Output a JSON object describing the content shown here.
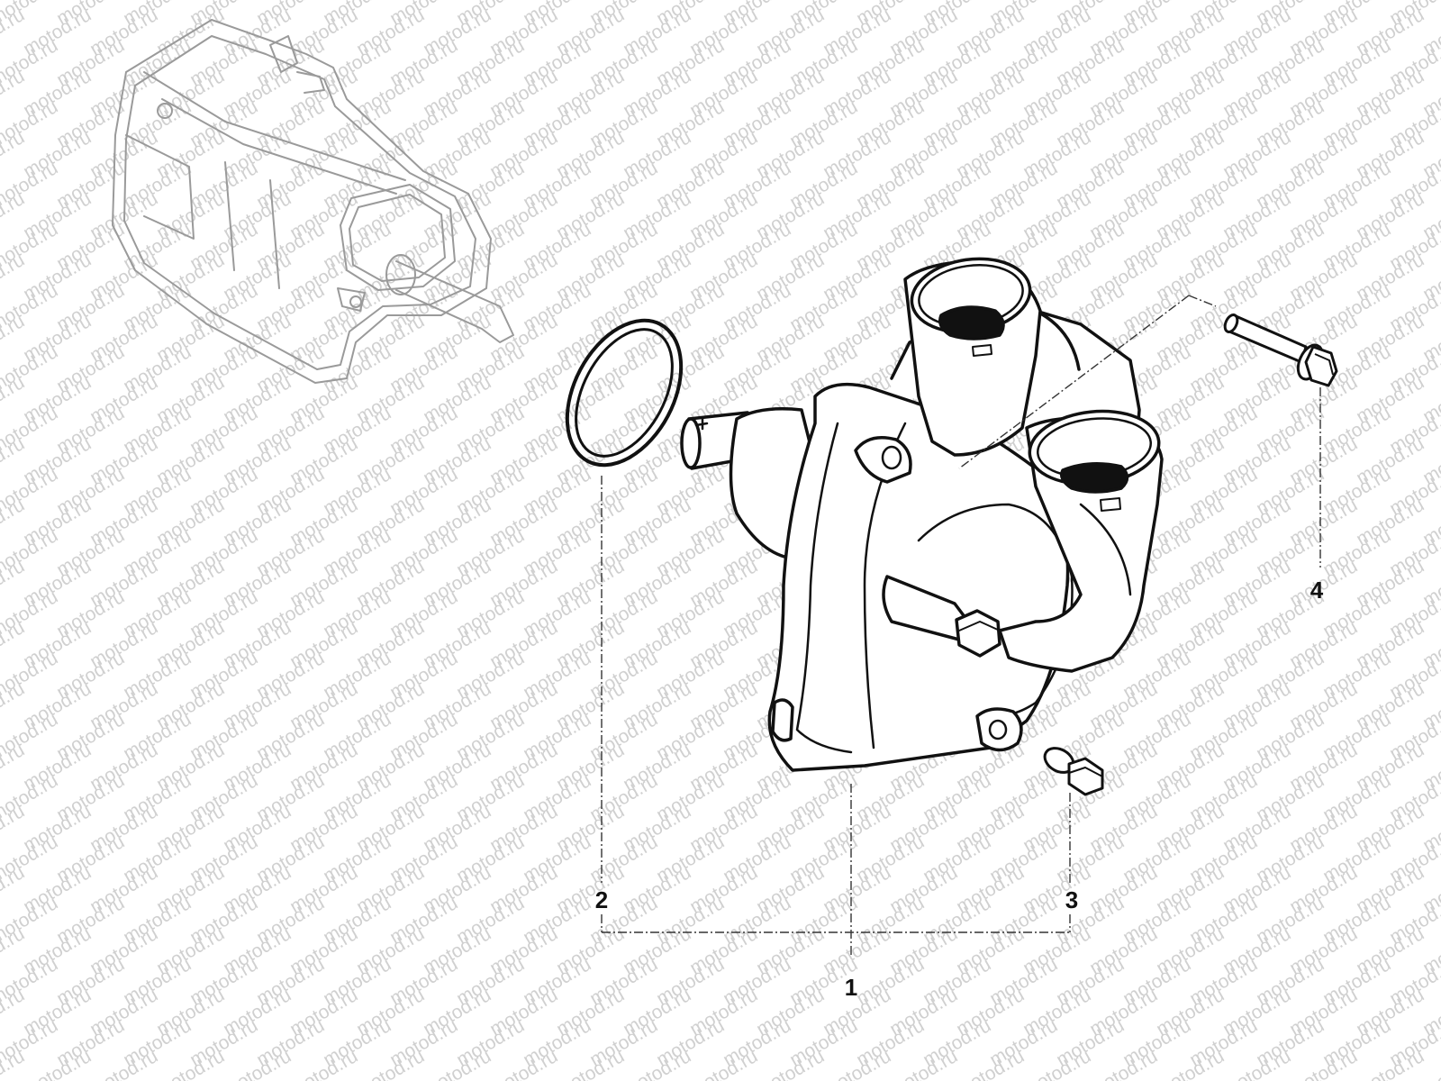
{
  "watermark": {
    "text": "motod.ru"
  },
  "callouts": [
    {
      "id": "1",
      "label": "1"
    },
    {
      "id": "2",
      "label": "2"
    },
    {
      "id": "3",
      "label": "3"
    },
    {
      "id": "4",
      "label": "4"
    }
  ],
  "colors": {
    "line": "#111111",
    "ghost": "#9a9a9a",
    "watermark": "#d0d0d0",
    "leader": "#333333",
    "background": "#ffffff"
  }
}
